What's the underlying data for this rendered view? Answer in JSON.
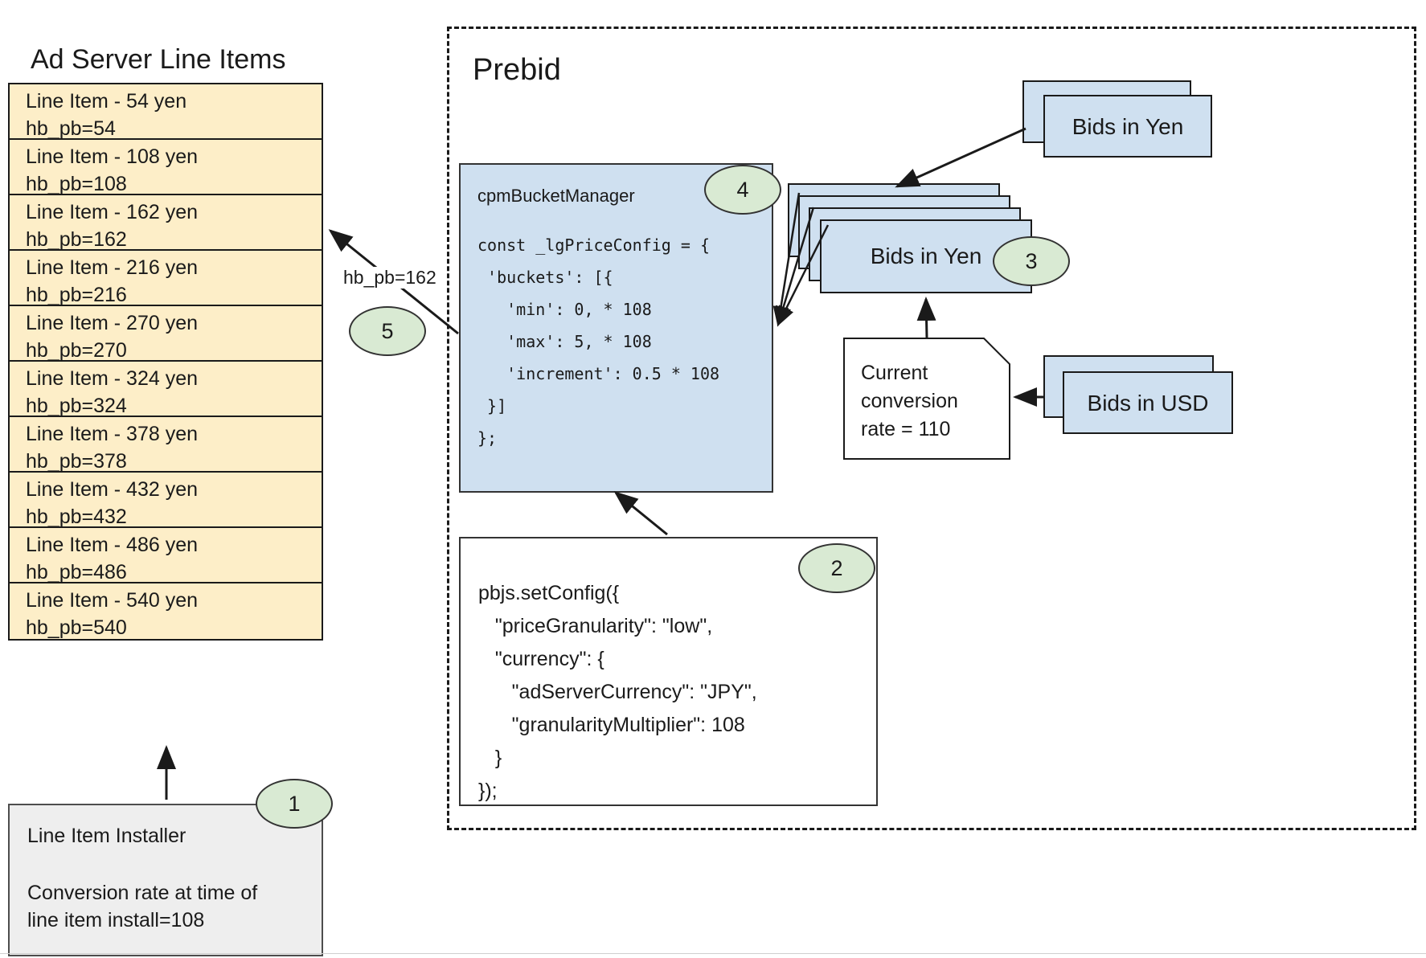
{
  "left_panel": {
    "title": "Ad Server Line Items",
    "line_items": [
      {
        "name": "Line Item - 54 yen",
        "key": "hb_pb=54"
      },
      {
        "name": "Line Item - 108 yen",
        "key": "hb_pb=108"
      },
      {
        "name": "Line Item - 162 yen",
        "key": "hb_pb=162"
      },
      {
        "name": "Line Item - 216 yen",
        "key": "hb_pb=216"
      },
      {
        "name": "Line Item - 270 yen",
        "key": "hb_pb=270"
      },
      {
        "name": "Line Item - 324 yen",
        "key": "hb_pb=324"
      },
      {
        "name": "Line Item - 378 yen",
        "key": "hb_pb=378"
      },
      {
        "name": "Line Item - 432 yen",
        "key": "hb_pb=432"
      },
      {
        "name": "Line Item - 486 yen",
        "key": "hb_pb=486"
      },
      {
        "name": "Line Item - 540 yen",
        "key": "hb_pb=540"
      }
    ],
    "installer": {
      "title": "Line Item Installer",
      "note": "Conversion rate at time of\nline item install=108",
      "badge": "1"
    }
  },
  "prebid": {
    "title": "Prebid",
    "cpm_bucket_manager": {
      "heading": "cpmBucketManager",
      "code": "const _lgPriceConfig = {\n 'buckets': [{\n   'min': 0, * 108\n   'max': 5, * 108\n   'increment': 0.5 * 108\n }]\n};",
      "badge": "4"
    },
    "set_config": {
      "code": "pbjs.setConfig({\n   \"priceGranularity\": \"low\",\n   \"currency\": {\n      \"adServerCurrency\": \"JPY\",\n      \"granularityMultiplier\": 108\n   }\n});",
      "badge": "2"
    },
    "bids_in_yen_stack": {
      "label": "Bids in Yen",
      "layers": 4,
      "badge": "3"
    },
    "bids_in_yen_incoming": {
      "label": "Bids in Yen",
      "layers": 2
    },
    "bids_in_usd": {
      "label": "Bids in USD",
      "layers": 2
    },
    "conversion_note": {
      "text": "Current\nconversion\nrate = 110"
    }
  },
  "edges": {
    "hb_pb_label": "hb_pb=162",
    "hb_pb_badge": "5"
  },
  "colors": {
    "line_item_fill": "#fdeec8",
    "card_fill": "#cfe0f0",
    "badge_fill": "#d9ead3",
    "installer_fill": "#eeeeee",
    "stroke": "#1a1a1a"
  }
}
